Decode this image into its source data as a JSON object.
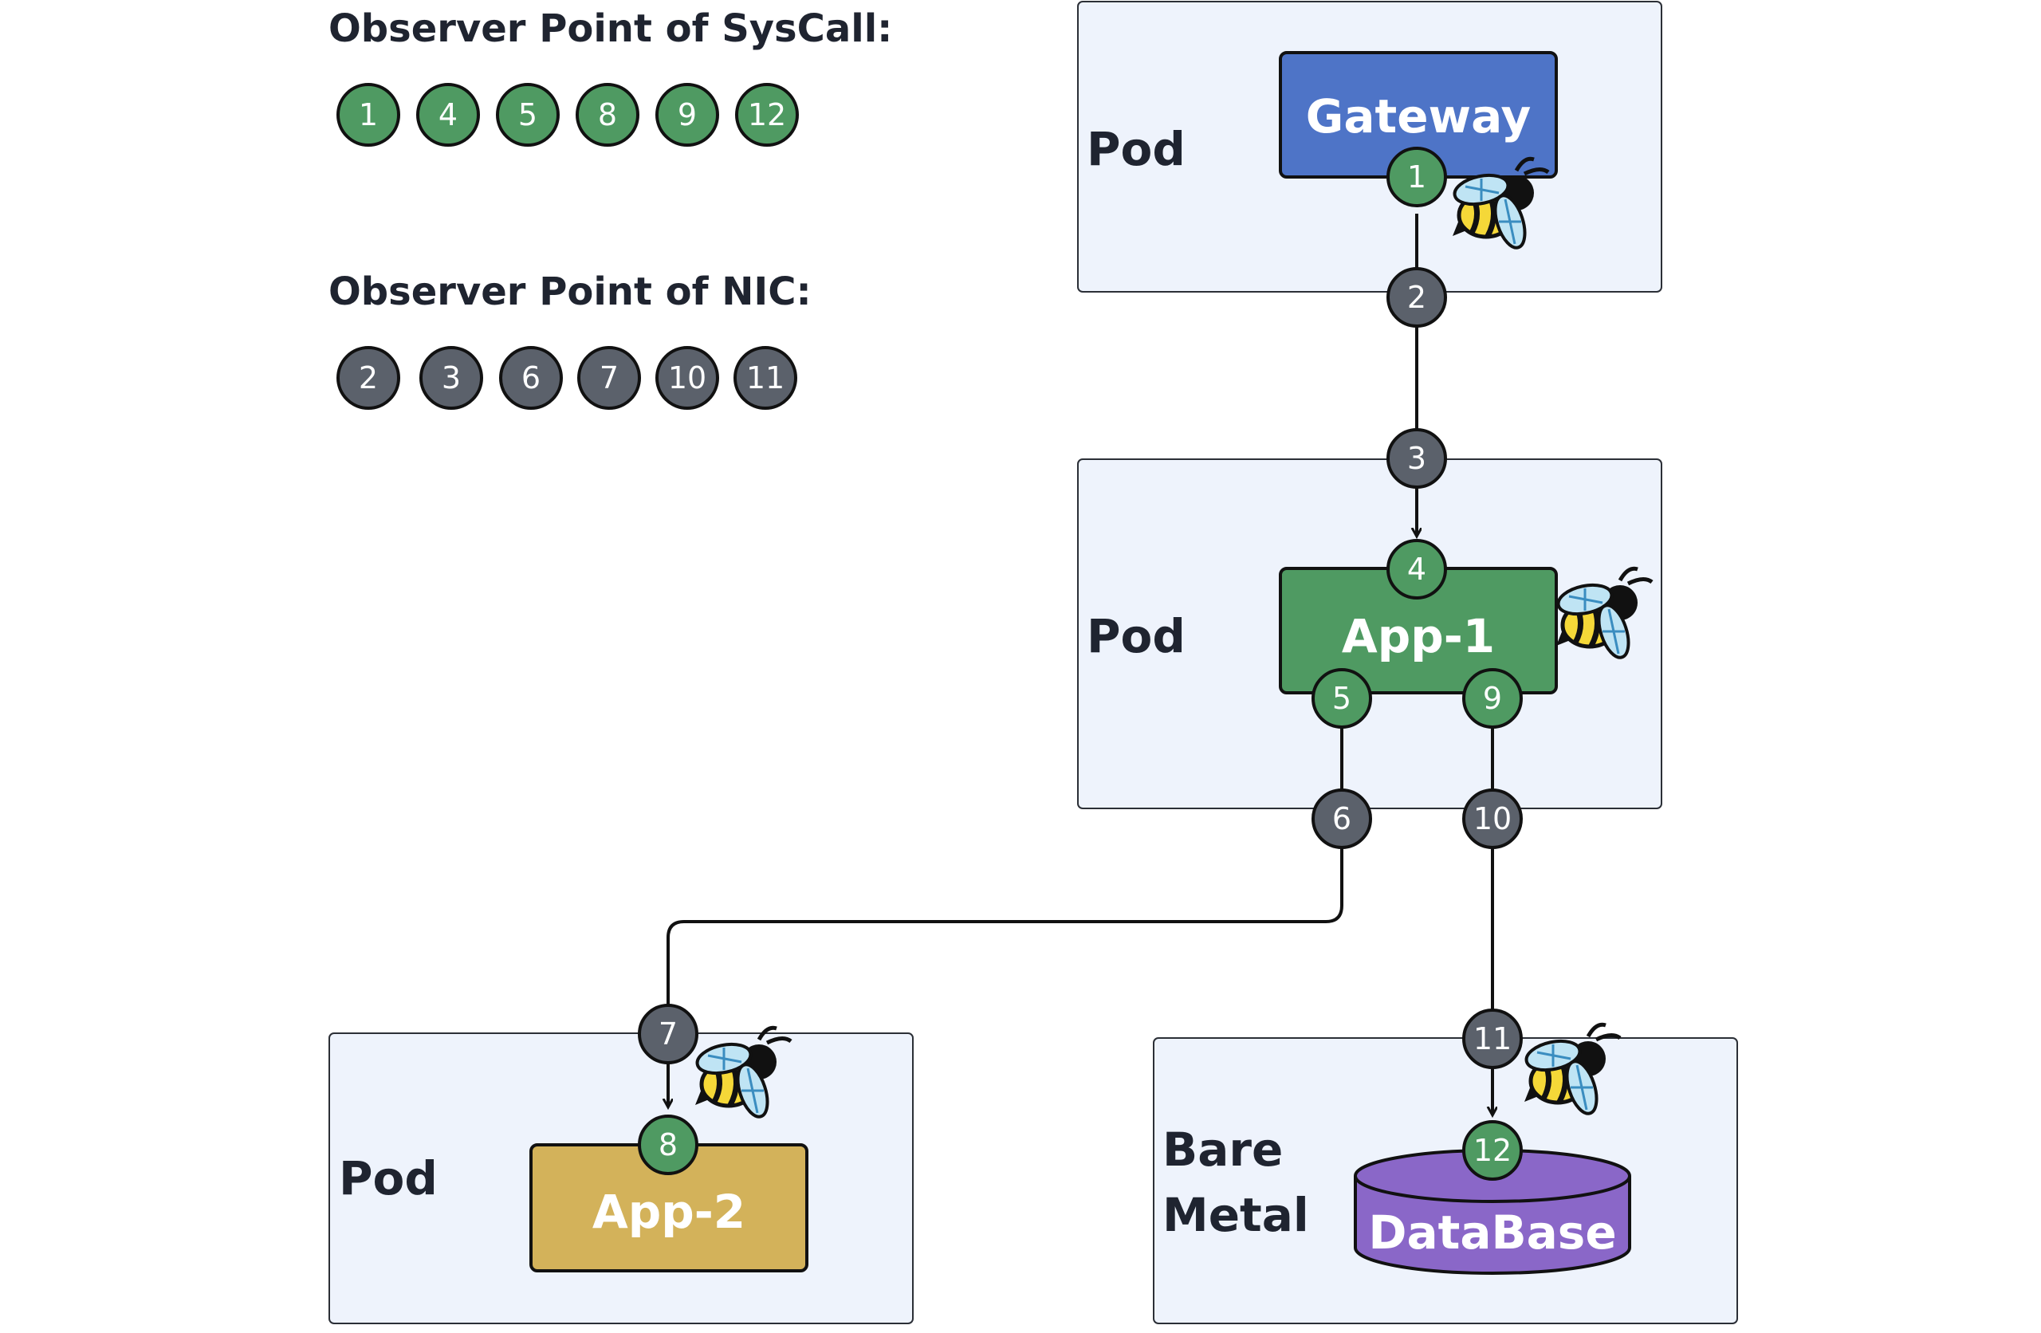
{
  "legend": {
    "syscall_title": "Observer Point of SysCall:",
    "nic_title": "Observer Point of NIC:",
    "syscall_points": [
      "1",
      "4",
      "5",
      "8",
      "9",
      "12"
    ],
    "nic_points": [
      "2",
      "3",
      "6",
      "7",
      "10",
      "11"
    ]
  },
  "colors": {
    "syscall_badge": "#4f9a62",
    "nic_badge": "#5b616b",
    "pod_bg": "#eef3fc",
    "gateway": "#4e74c7",
    "app1": "#4f9a62",
    "app2": "#d3b25a",
    "database": "#8a67c8"
  },
  "groups": {
    "gateway_pod": "Pod",
    "app1_pod": "Pod",
    "app2_pod": "Pod",
    "db_host_line1": "Bare",
    "db_host_line2": "Metal"
  },
  "components": {
    "gateway": "Gateway",
    "app1": "App-1",
    "app2": "App-2",
    "database": "DataBase"
  },
  "badges": {
    "b1": "1",
    "b2": "2",
    "b3": "3",
    "b4": "4",
    "b5": "5",
    "b6": "6",
    "b7": "7",
    "b8": "8",
    "b9": "9",
    "b10": "10",
    "b11": "11",
    "b12": "12"
  },
  "icons": [
    "bee-icon"
  ]
}
